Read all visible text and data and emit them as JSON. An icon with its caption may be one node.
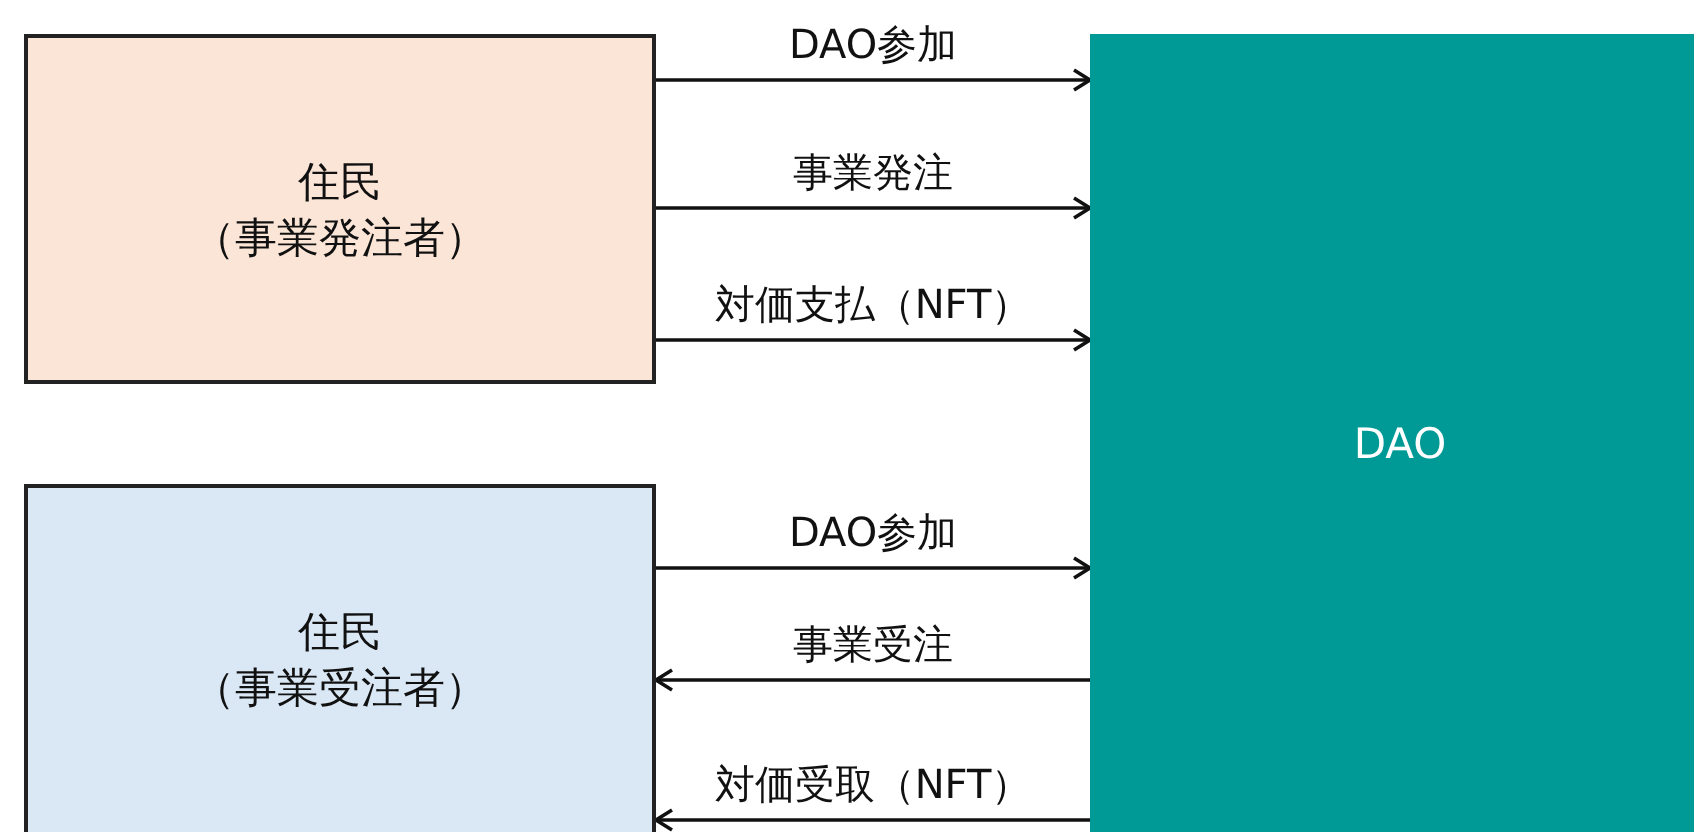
{
  "diagram": {
    "nodes": [
      {
        "text": [
          "住民",
          "（事業発注者）"
        ]
      },
      {
        "text": [
          "住民",
          "（事業受注者）"
        ]
      },
      {
        "text": [
          "DAO"
        ]
      }
    ],
    "edges": [
      {
        "from": 0,
        "to": 2,
        "arrow": "to",
        "label": "DAO参加"
      },
      {
        "from": 0,
        "to": 2,
        "arrow": "to",
        "label": "事業発注"
      },
      {
        "from": 0,
        "to": 2,
        "arrow": "to",
        "label": "対価支払（NFT）"
      },
      {
        "from": 1,
        "to": 2,
        "arrow": "to",
        "label": "DAO参加"
      },
      {
        "from": 2,
        "to": 1,
        "arrow": "to",
        "label": "事業受注"
      },
      {
        "from": 2,
        "to": 1,
        "arrow": "to",
        "label": "対価受取（NFT）"
      }
    ]
  }
}
